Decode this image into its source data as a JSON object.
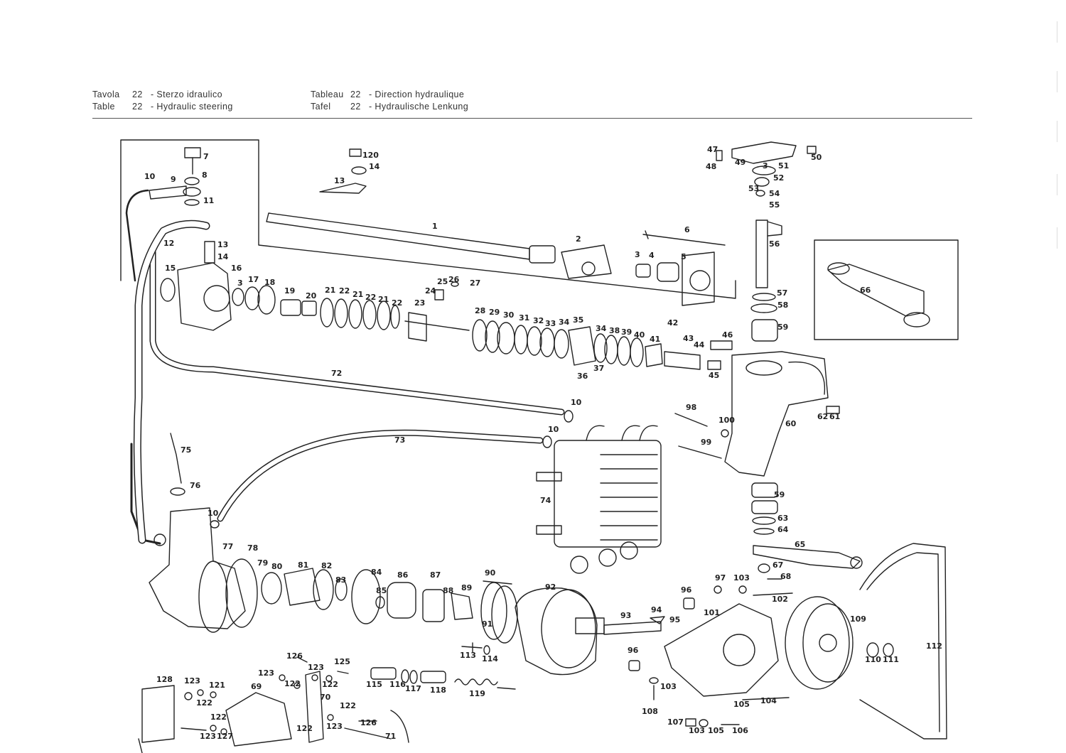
{
  "header": {
    "it": {
      "kind": "Tavola",
      "num": "22",
      "title": "- Sterzo idraulico"
    },
    "en": {
      "kind": "Table",
      "num": "22",
      "title": "- Hydraulic steering"
    },
    "fr": {
      "kind": "Tableau",
      "num": "22",
      "title": "- Direction hydraulique"
    },
    "de": {
      "kind": "Tafel",
      "num": "22",
      "title": "- Hydraulische Lenkung"
    }
  },
  "part_numbers": [
    "1",
    "2",
    "3",
    "4",
    "5",
    "6",
    "7",
    "8",
    "9",
    "10",
    "11",
    "12",
    "13",
    "14",
    "15",
    "16",
    "17",
    "18",
    "19",
    "20",
    "21",
    "22",
    "23",
    "24",
    "25",
    "26",
    "27",
    "28",
    "29",
    "30",
    "31",
    "32",
    "33",
    "34",
    "35",
    "36",
    "37",
    "38",
    "39",
    "40",
    "41",
    "42",
    "43",
    "44",
    "45",
    "46",
    "47",
    "48",
    "49",
    "50",
    "51",
    "52",
    "53",
    "54",
    "55",
    "56",
    "57",
    "58",
    "59",
    "60",
    "61",
    "62",
    "63",
    "64",
    "65",
    "66",
    "67",
    "68",
    "69",
    "70",
    "71",
    "72",
    "73",
    "74",
    "75",
    "76",
    "77",
    "78",
    "79",
    "80",
    "81",
    "82",
    "83",
    "84",
    "85",
    "86",
    "87",
    "88",
    "89",
    "90",
    "91",
    "92",
    "93",
    "94",
    "95",
    "96",
    "97",
    "98",
    "99",
    "100",
    "101",
    "102",
    "103",
    "104",
    "105",
    "106",
    "107",
    "108",
    "109",
    "110",
    "111",
    "112",
    "113",
    "114",
    "115",
    "116",
    "117",
    "118",
    "119",
    "120",
    "121",
    "122",
    "123",
    "125",
    "126",
    "127",
    "128"
  ]
}
